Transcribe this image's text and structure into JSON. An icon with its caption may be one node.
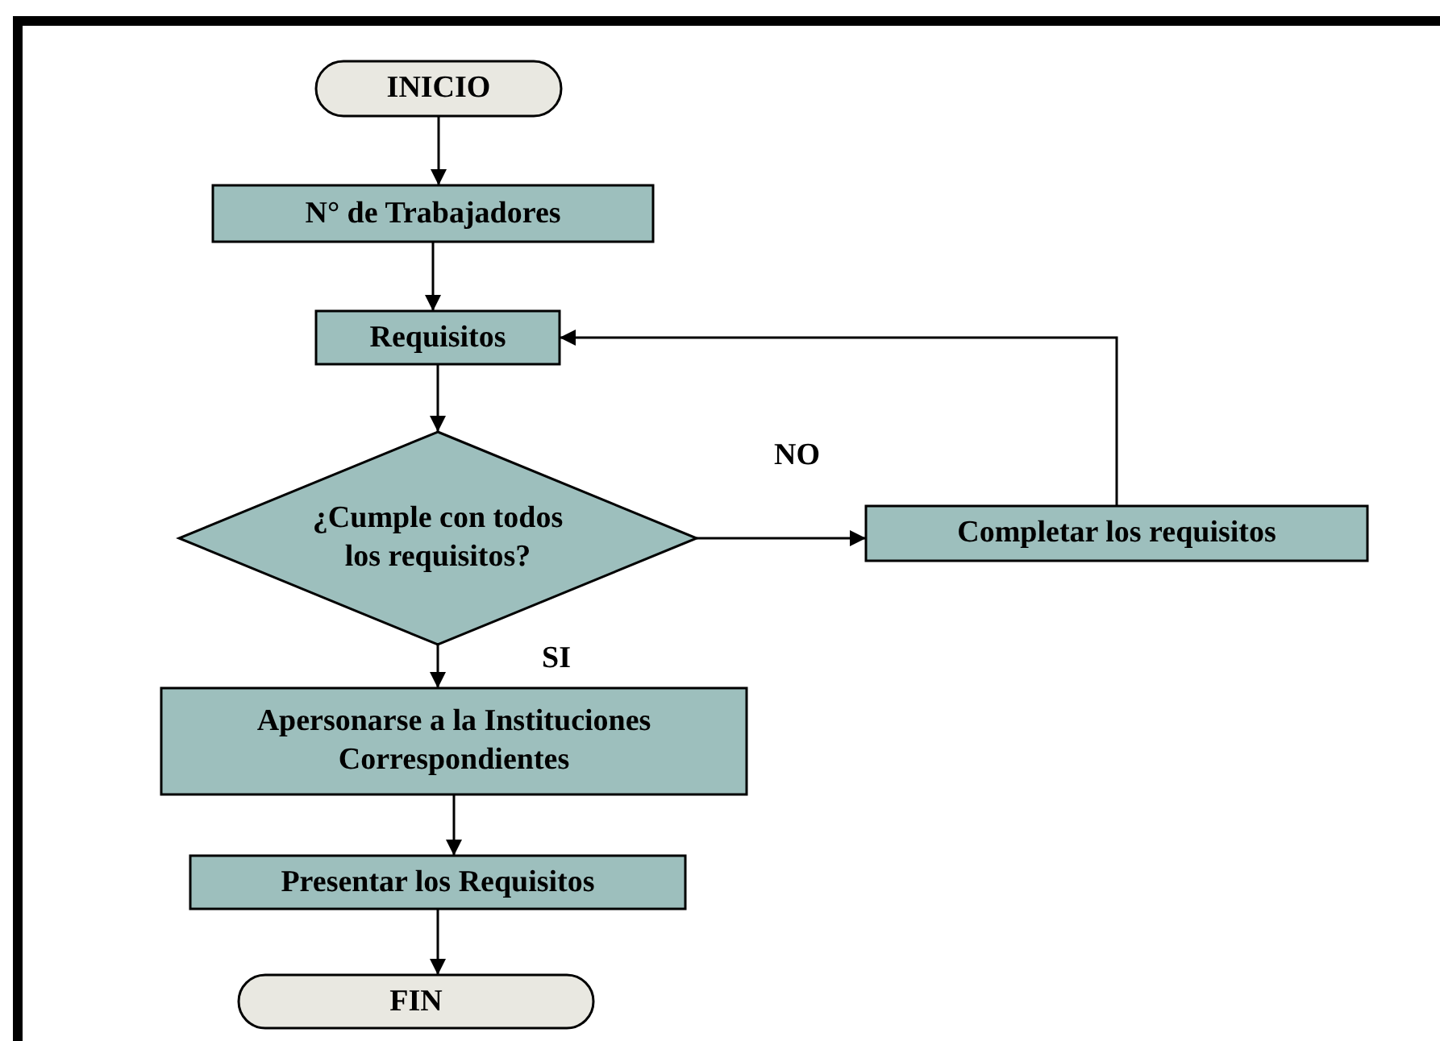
{
  "diagram": {
    "nodes": [
      {
        "text": [
          "INICIO"
        ]
      },
      {
        "text": [
          "N° de Trabajadores"
        ]
      },
      {
        "text": [
          "Requisitos"
        ]
      },
      {
        "text": [
          "¿Cumple con todos los requisitos?"
        ]
      },
      {
        "text": [
          "Completar los requisitos"
        ]
      },
      {
        "text": [
          "Apersonarse a la Instituciones Correspondientes"
        ]
      },
      {
        "text": [
          "Presentar los Requisitos"
        ]
      },
      {
        "text": [
          "FIN"
        ]
      }
    ],
    "edges": [
      {
        "from": 0,
        "to": 1,
        "arrow": "to"
      },
      {
        "from": 1,
        "to": 2,
        "arrow": "to"
      },
      {
        "from": 2,
        "to": 3,
        "arrow": "to"
      },
      {
        "from": 3,
        "to": 4,
        "arrow": "to",
        "label": "NO"
      },
      {
        "from": 3,
        "to": 5,
        "arrow": "to",
        "label": "SI"
      },
      {
        "from": 4,
        "to": 2,
        "arrow": "to"
      },
      {
        "from": 5,
        "to": 6,
        "arrow": "to"
      },
      {
        "from": 6,
        "to": 7,
        "arrow": "to"
      }
    ]
  }
}
